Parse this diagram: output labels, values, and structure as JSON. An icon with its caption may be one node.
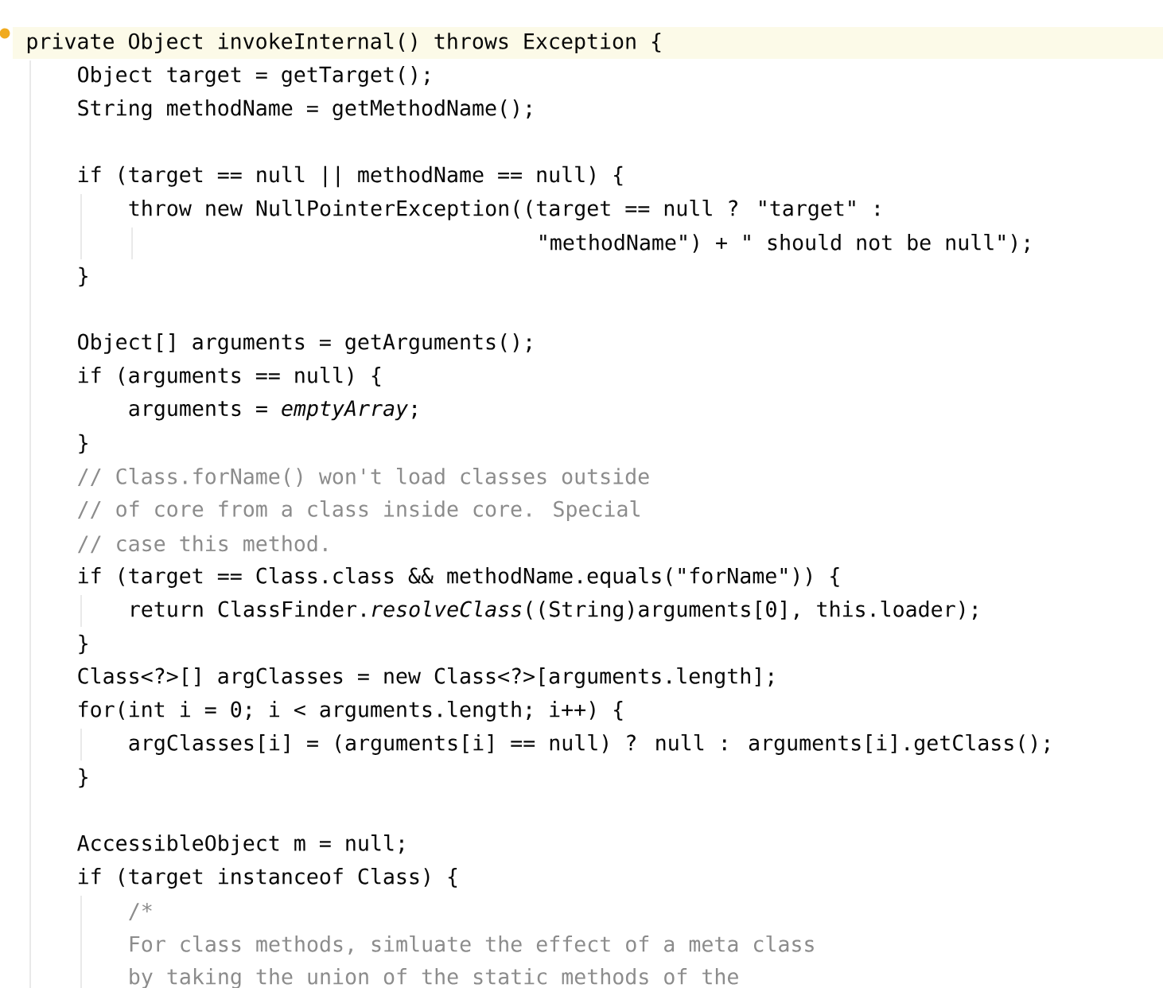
{
  "diagram": {
    "labels": [
      "private Object invokeInternal() throws Exception {",
      "Object target = getTarget();",
      "String methodName = getMethodName();",
      "if (target == null || methodName == null) {",
      "throw new NullPointerException((target == null ? \"target\" :",
      "\"methodName\") + \" should not be null\");",
      "}",
      "Object[] arguments = getArguments();",
      "if (arguments == null) {",
      "arguments = *emptyArray*;",
      "}",
      "// Class.forName() won't load classes outside",
      "// of core from a class inside core. Special",
      "// case this method.",
      "if (target == Class.class && methodName.equals(\"forName\")) {",
      "return ClassFinder.*resolveClass*((String)arguments[0], this.loader);",
      "}",
      "Class<?>[] argClasses = new Class<?>[arguments.length];",
      "for(int i = 0; i < arguments.length; i++) {",
      "argClasses[i] = (arguments[i] == null) ? null : arguments[i].getClass();",
      "}",
      "AccessibleObject m = null;",
      "if (target instanceof Class) {",
      "/*",
      "For class methods, simluate the effect of a meta class",
      "by taking the union of the static methods of the"
    ]
  }
}
